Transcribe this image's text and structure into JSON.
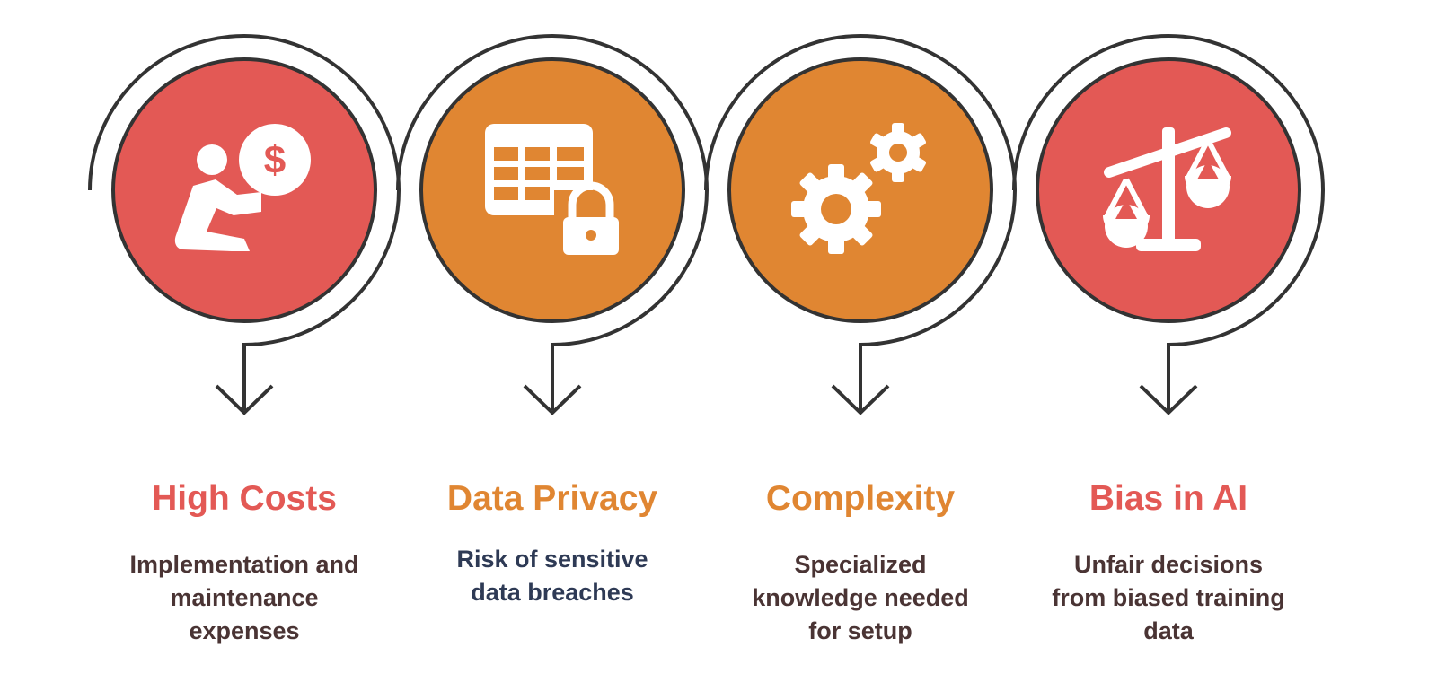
{
  "colors": {
    "red": "#E35955",
    "orange": "#E08632",
    "stroke": "#333333",
    "desc_dark": "#4A3434",
    "desc_navy": "#2E3A55"
  },
  "items": [
    {
      "title": "High Costs",
      "desc_lines": [
        "Implementation and",
        "maintenance",
        "expenses"
      ],
      "color": "#E35955",
      "desc_color": "#4A3434",
      "icon": "person-with-money-icon"
    },
    {
      "title": "Data Privacy",
      "desc_lines": [
        "Risk of sensitive",
        "data breaches"
      ],
      "color": "#E08632",
      "desc_color": "#2E3A55",
      "icon": "locked-table-icon"
    },
    {
      "title": "Complexity",
      "desc_lines": [
        "Specialized",
        "knowledge needed",
        "for setup"
      ],
      "color": "#E08632",
      "desc_color": "#4A3434",
      "icon": "gears-icon"
    },
    {
      "title": "Bias in AI",
      "desc_lines": [
        "Unfair decisions",
        "from biased training",
        "data"
      ],
      "color": "#E35955",
      "desc_color": "#4A3434",
      "icon": "balance-scale-icon"
    }
  ]
}
